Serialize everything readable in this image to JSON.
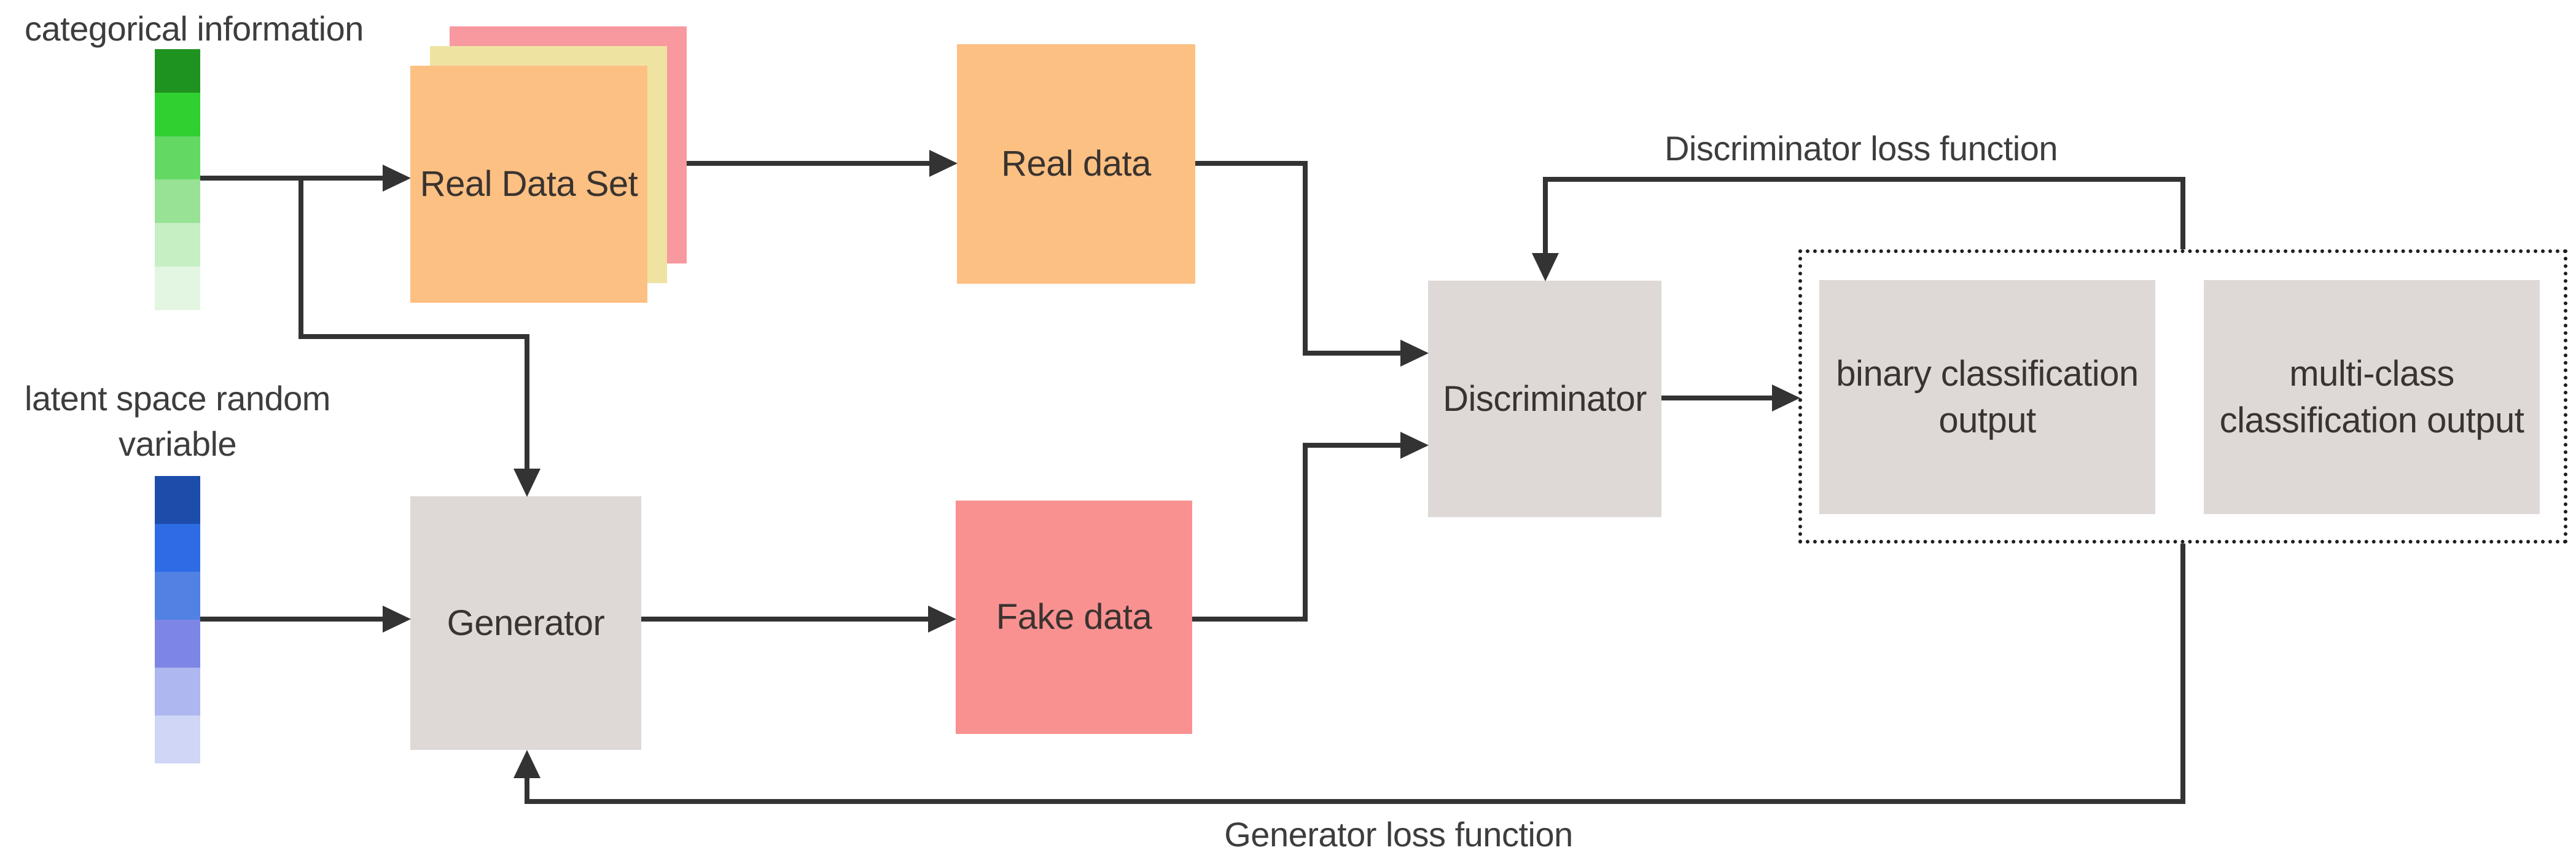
{
  "diagram": {
    "title_hint": "conditional GAN architecture diagram",
    "labels": {
      "categorical_information": "categorical information",
      "latent_space_line1": "latent space random",
      "latent_space_line2": "variable",
      "discriminator_loss": "Discriminator loss function",
      "generator_loss": "Generator loss function"
    },
    "nodes": {
      "real_data_set": "Real Data Set",
      "real_data": "Real data",
      "generator": "Generator",
      "fake_data": "Fake data",
      "discriminator": "Discriminator",
      "binary_output_line1": "binary classification",
      "binary_output_line2": "output",
      "multiclass_output_line1": "multi-class",
      "multiclass_output_line2": "classification output"
    },
    "colors": {
      "orange": "#fcc083",
      "yellow": "#efe3a2",
      "pink_card": "#f8989f",
      "fake_pink": "#fa9191",
      "gray_box": "#ded9d6",
      "line": "#333333",
      "line_dark": "#1f1f1f",
      "text": "#3d3d3d",
      "box_text": "#3a332f",
      "green_segments": [
        "#1f9320",
        "#31d031",
        "#63d863",
        "#98e295",
        "#c6efc4",
        "#e3f6e1"
      ],
      "blue_segments": [
        "#1d4dab",
        "#2e6ce5",
        "#5181e3",
        "#7d86e5",
        "#aeb7ef",
        "#cfd6f6"
      ]
    }
  }
}
